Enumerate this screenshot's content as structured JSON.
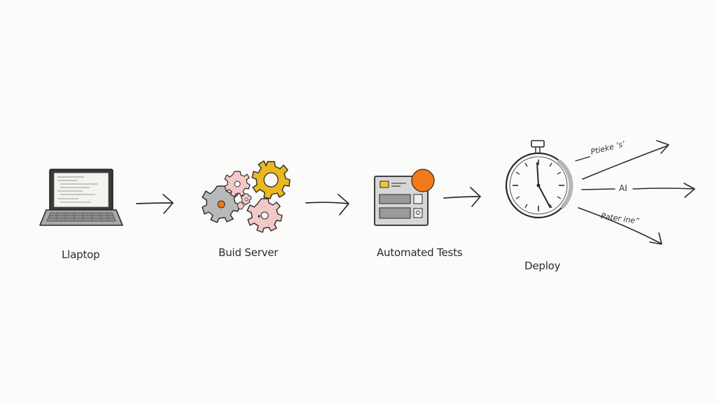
{
  "stages": [
    {
      "label": "Llaptop",
      "icon": "laptop-icon"
    },
    {
      "label": "Buid Server",
      "icon": "gears-icon"
    },
    {
      "label": "Automated Tests",
      "icon": "test-panel-icon"
    },
    {
      "label": "Deploy",
      "icon": "stopwatch-icon"
    }
  ],
  "outputs": [
    {
      "label": "Ptieke ’s’"
    },
    {
      "label": "AI"
    },
    {
      "label": "Pater ine”"
    }
  ],
  "colors": {
    "ink": "#2a2a2a",
    "gear_yellow": "#e9b81e",
    "gear_pink": "#f2c9c6",
    "gear_grey": "#b9b9b9",
    "accent_orange": "#f07a1c",
    "test_yellow": "#f2c43a"
  }
}
